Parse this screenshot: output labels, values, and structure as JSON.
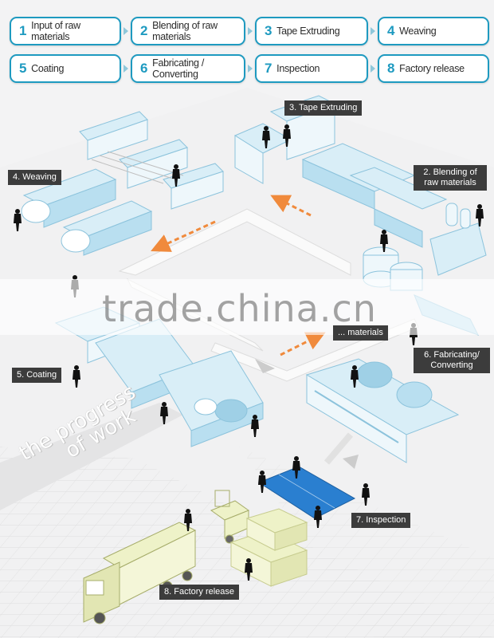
{
  "steps": [
    {
      "num": "1",
      "label": "Input of raw materials"
    },
    {
      "num": "2",
      "label": "Blending of raw materials"
    },
    {
      "num": "3",
      "label": "Tape Extruding"
    },
    {
      "num": "4",
      "label": "Weaving"
    },
    {
      "num": "5",
      "label": "Coating"
    },
    {
      "num": "6",
      "label": "Fabricating / Converting"
    },
    {
      "num": "7",
      "label": "Inspection"
    },
    {
      "num": "8",
      "label": "Factory release"
    }
  ],
  "callouts": {
    "tape_extruding": "3. Tape Extruding",
    "weaving": "4. Weaving",
    "blending": "2. Blending of raw materials",
    "coating": "5. Coating",
    "input": "... materials",
    "fabricating": "6. Fabricating/ Converting",
    "inspection": "7. Inspection",
    "release": "8. Factory release"
  },
  "watermark": "trade.china.cn",
  "diagonal_text": {
    "line1": "the progress",
    "line2": "of work"
  },
  "colors": {
    "accent": "#1e9ac0",
    "machine_light": "#d9eef7",
    "machine_mid": "#9fd0e6",
    "floor": "#f3f3f4",
    "arrow_orange": "#f08a3c",
    "callout_bg": "#3c3c3c",
    "inspection_mat": "#2a7fd0"
  }
}
